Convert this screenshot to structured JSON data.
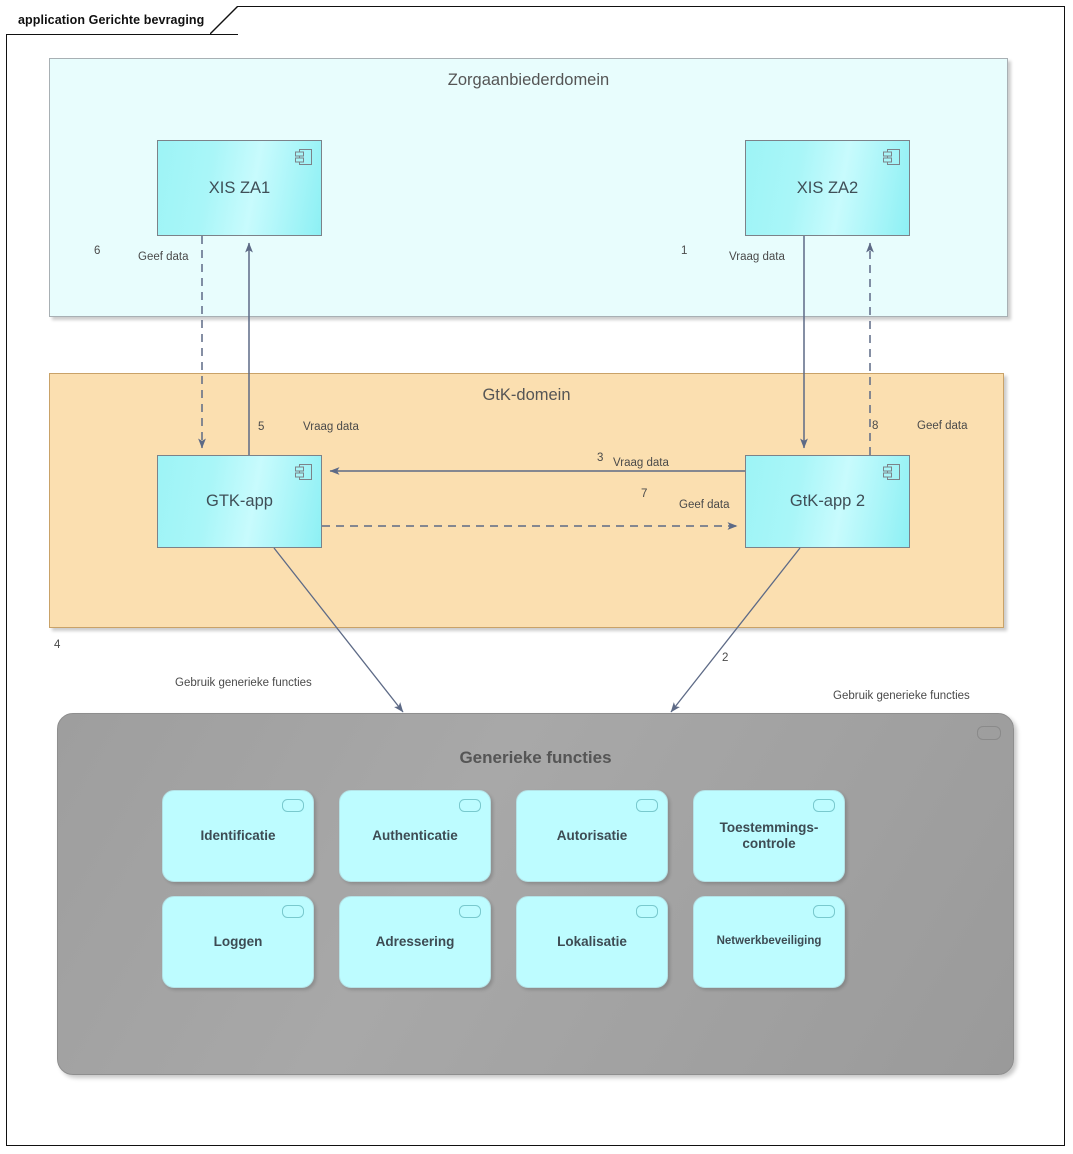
{
  "window": {
    "tab_label": "application Gerichte bevraging"
  },
  "domains": {
    "zorg": {
      "title": "Zorgaanbiederdomein"
    },
    "gtk": {
      "title": "GtK-domein"
    }
  },
  "components": [
    {
      "id": "xis-za1",
      "label": "XIS ZA1",
      "icon": "uml-component-icon"
    },
    {
      "id": "xis-za2",
      "label": "XIS ZA2",
      "icon": "uml-component-icon"
    },
    {
      "id": "gtk-app",
      "label": "GTK-app",
      "icon": "uml-component-icon"
    },
    {
      "id": "gtk-app2",
      "label": "GtK-app 2",
      "icon": "uml-component-icon"
    }
  ],
  "generic_functions": {
    "title": "Generieke functies",
    "corner_icon": "rounded-rect-icon",
    "rows": [
      [
        {
          "label": "Identificatie"
        },
        {
          "label": "Authenticatie"
        },
        {
          "label": "Autorisatie"
        },
        {
          "label": "Toestemmings-\ncontrole"
        }
      ],
      [
        {
          "label": "Loggen"
        },
        {
          "label": "Adressering"
        },
        {
          "label": "Lokalisatie"
        },
        {
          "label": "Netwerkbeveiliging"
        }
      ]
    ]
  },
  "connectors": [
    {
      "num": "1",
      "label": "Vraag data",
      "from": "xis-za2",
      "to": "gtk-app2",
      "style": "solid"
    },
    {
      "num": "2",
      "label": "Gebruik generieke functies",
      "from": "gtk-app2",
      "to": "generieke-functies",
      "style": "solid"
    },
    {
      "num": "3",
      "label": "Vraag data",
      "from": "gtk-app2",
      "to": "gtk-app",
      "style": "solid"
    },
    {
      "num": "4",
      "label": "Gebruik generieke functies",
      "from": "gtk-app",
      "to": "generieke-functies",
      "style": "solid"
    },
    {
      "num": "5",
      "label": "Vraag data",
      "from": "gtk-app",
      "to": "xis-za1",
      "style": "solid"
    },
    {
      "num": "6",
      "label": "Geef data",
      "from": "xis-za1",
      "to": "gtk-app",
      "style": "dashed"
    },
    {
      "num": "7",
      "label": "Geef data",
      "from": "gtk-app",
      "to": "gtk-app2",
      "style": "dashed"
    },
    {
      "num": "8",
      "label": "Geef data",
      "from": "gtk-app2",
      "to": "xis-za2",
      "style": "dashed"
    }
  ],
  "labels": {
    "n1": "1",
    "n2": "2",
    "n3": "3",
    "n4": "4",
    "n5": "5",
    "n6": "6",
    "n7": "7",
    "n8": "8",
    "geef_data_1": "Geef data",
    "vraag_data_1": "Vraag data",
    "vraag_data_2": "Vraag data",
    "vraag_data_3": "Vraag data",
    "geef_data_2": "Geef data",
    "geef_data_3": "Geef data",
    "gebruik_left": "Gebruik generieke functies",
    "gebruik_right": "Gebruik generieke functies"
  },
  "colors": {
    "zorg_fill": "#e8fdfd",
    "gtk_fill": "#fbdfb0",
    "component_fill": "#a9f6f8",
    "group_fill": "#a3a3a3",
    "function_fill": "#bdfcff",
    "connector": "#5d6a86"
  }
}
